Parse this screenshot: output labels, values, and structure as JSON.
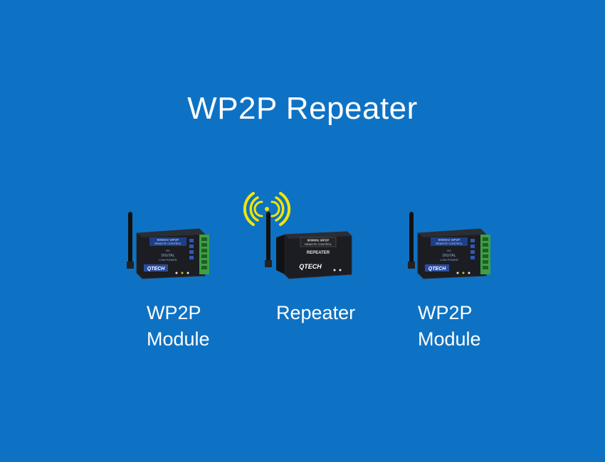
{
  "title": "WP2P Repeater",
  "devices": {
    "left": {
      "label_line1": "WP2P",
      "label_line2": "Module",
      "screen_text_1": "900MHz WP2P",
      "screen_text_2": "REMOTE CONTROL",
      "body_text_1": "RX",
      "body_text_2": "DIGITAL",
      "body_text_3": "LOW POWER",
      "logo": "QTECH"
    },
    "middle": {
      "label": "Repeater",
      "screen_text_1": "900MHz WP2P",
      "screen_text_2": "REMOTE CONTROL",
      "body_text": "REPEATER",
      "logo": "QTECH"
    },
    "right": {
      "label_line1": "WP2P",
      "label_line2": "Module",
      "screen_text_1": "900MHz WP2P",
      "screen_text_2": "REMOTE CONTROL",
      "body_text_1": "RX",
      "body_text_2": "DIGITAL",
      "body_text_3": "LOW POWER",
      "logo": "QTECH"
    }
  },
  "colors": {
    "background": "#0e72c4",
    "signal": "#f2e600",
    "device_body": "#1b1d22",
    "terminal": "#3da044"
  }
}
